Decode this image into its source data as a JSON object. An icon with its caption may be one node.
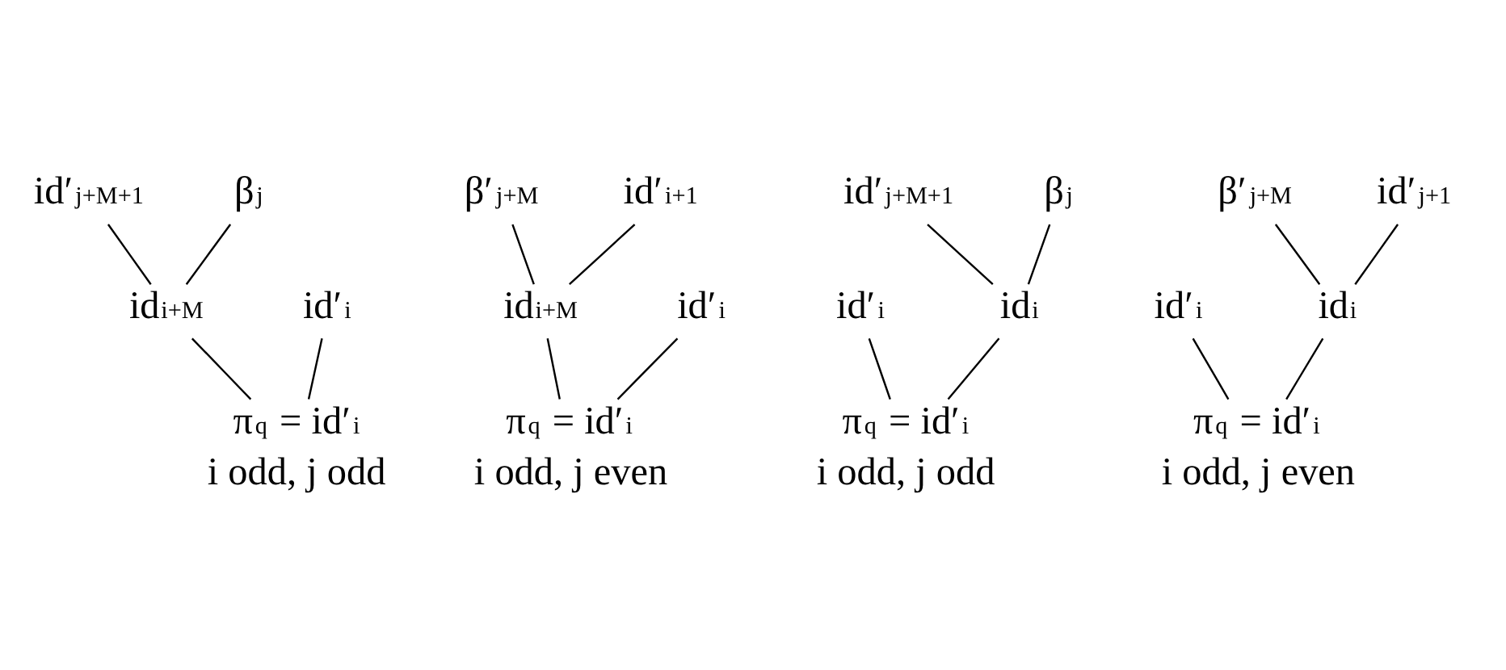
{
  "diagram": {
    "nodes": [
      {
        "text": [
          "id′$_{j+M+1}$"
        ]
      },
      {
        "text": [
          "β$_{j}$"
        ]
      },
      {
        "text": [
          "id′$_{i}$"
        ]
      },
      {
        "text": [
          "id$_{i+M}$"
        ]
      },
      {
        "text": [
          "π$_{q}$ = id′$_{i}$",
          "i odd, j odd"
        ]
      },
      {
        "text": [
          "β′$_{j+M}$"
        ]
      },
      {
        "text": [
          "id′$_{i+1}$"
        ]
      },
      {
        "text": [
          "id′$_{i}$"
        ]
      },
      {
        "text": [
          "id$_{i+M}$"
        ]
      },
      {
        "text": [
          "π$_{q}$ = id′$_{i}$",
          "i odd, j even"
        ]
      },
      {
        "text": [
          "id′$_{i}$"
        ]
      },
      {
        "text": [
          "id′$_{j+M+1}$"
        ]
      },
      {
        "text": [
          "β$_{j}$"
        ]
      },
      {
        "text": [
          "id$_{i}$"
        ]
      },
      {
        "text": [
          "π$_{q}$ = id′$_{i}$",
          "i odd, j odd"
        ]
      },
      {
        "text": [
          "id′$_{i}$"
        ]
      },
      {
        "text": [
          "β′$_{j+M}$"
        ]
      },
      {
        "text": [
          "id′$_{j+1}$"
        ]
      },
      {
        "text": [
          "id$_{i}$"
        ]
      },
      {
        "text": [
          "π$_{q}$ = id′$_{i}$",
          "i odd, j even"
        ]
      }
    ],
    "edges": [
      {
        "from": 0,
        "to": 3,
        "arrow": "none"
      },
      {
        "from": 1,
        "to": 3,
        "arrow": "none"
      },
      {
        "from": 3,
        "to": 4,
        "arrow": "none"
      },
      {
        "from": 2,
        "to": 4,
        "arrow": "none"
      },
      {
        "from": 5,
        "to": 8,
        "arrow": "none"
      },
      {
        "from": 6,
        "to": 8,
        "arrow": "none"
      },
      {
        "from": 8,
        "to": 9,
        "arrow": "none"
      },
      {
        "from": 7,
        "to": 9,
        "arrow": "none"
      },
      {
        "from": 10,
        "to": 14,
        "arrow": "none"
      },
      {
        "from": 11,
        "to": 13,
        "arrow": "none"
      },
      {
        "from": 12,
        "to": 13,
        "arrow": "none"
      },
      {
        "from": 13,
        "to": 14,
        "arrow": "none"
      },
      {
        "from": 15,
        "to": 19,
        "arrow": "none"
      },
      {
        "from": 16,
        "to": 18,
        "arrow": "none"
      },
      {
        "from": 17,
        "to": 18,
        "arrow": "none"
      },
      {
        "from": 18,
        "to": 19,
        "arrow": "none"
      }
    ]
  }
}
